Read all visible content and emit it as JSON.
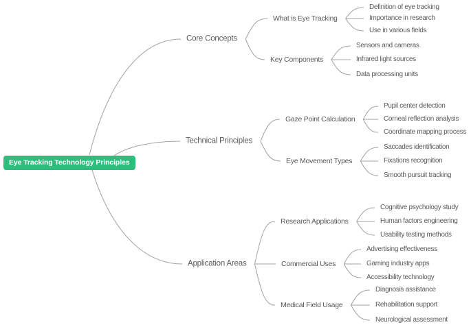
{
  "root": {
    "label": "Eye Tracking Technology Principles"
  },
  "branches": [
    {
      "label": "Core Concepts",
      "children": [
        {
          "label": "What is Eye Tracking",
          "children": [
            {
              "label": "Definition of eye tracking"
            },
            {
              "label": "Importance in research"
            },
            {
              "label": "Use in various fields"
            }
          ]
        },
        {
          "label": "Key Components",
          "children": [
            {
              "label": "Sensors and cameras"
            },
            {
              "label": "Infrared light sources"
            },
            {
              "label": "Data processing units"
            }
          ]
        }
      ]
    },
    {
      "label": "Technical Principles",
      "children": [
        {
          "label": "Gaze Point Calculation",
          "children": [
            {
              "label": "Pupil center detection"
            },
            {
              "label": "Corneal reflection analysis"
            },
            {
              "label": "Coordinate mapping process"
            }
          ]
        },
        {
          "label": "Eye Movement Types",
          "children": [
            {
              "label": "Saccades identification"
            },
            {
              "label": "Fixations recognition"
            },
            {
              "label": "Smooth pursuit tracking"
            }
          ]
        }
      ]
    },
    {
      "label": "Application Areas",
      "children": [
        {
          "label": "Research Applications",
          "children": [
            {
              "label": "Cognitive psychology study"
            },
            {
              "label": "Human factors engineering"
            },
            {
              "label": "Usability testing methods"
            }
          ]
        },
        {
          "label": "Commercial Uses",
          "children": [
            {
              "label": "Advertising effectiveness"
            },
            {
              "label": "Gaming industry apps"
            },
            {
              "label": "Accessibility technology"
            }
          ]
        },
        {
          "label": "Medical Field Usage",
          "children": [
            {
              "label": "Diagnosis assistance"
            },
            {
              "label": "Rehabilitation support"
            },
            {
              "label": "Neurological assessment"
            }
          ]
        }
      ]
    }
  ],
  "colors": {
    "root_bg": "#2ebd7c",
    "root_text": "#ffffff",
    "node_text": "#595959",
    "link_line": "#a1a1a1"
  }
}
